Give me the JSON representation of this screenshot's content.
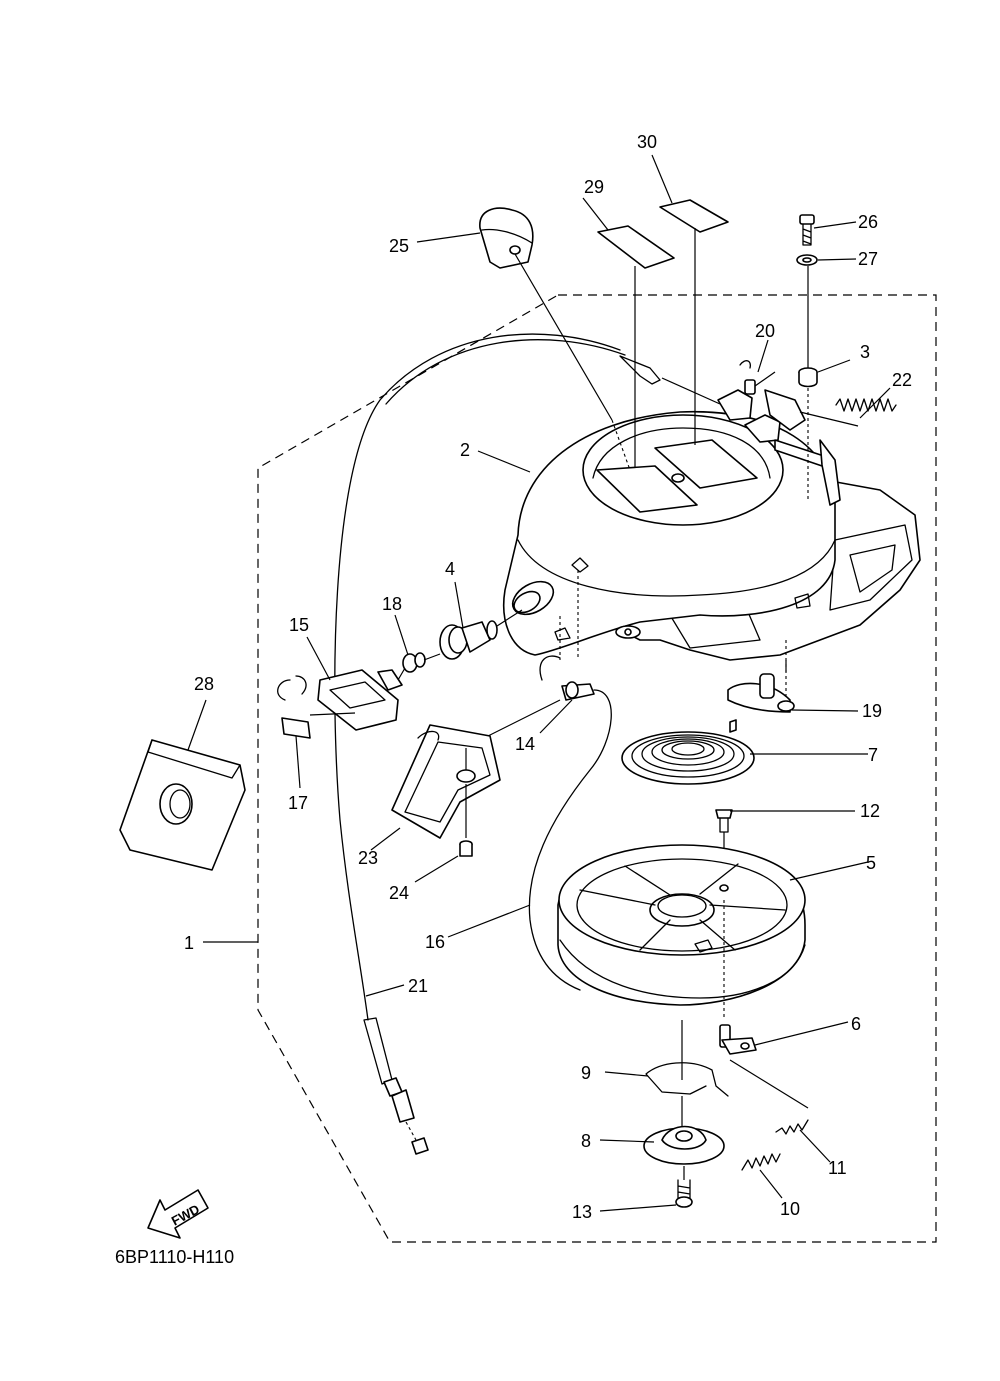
{
  "diagram_code": "6BP1110-H110",
  "fwd_label": "FWD",
  "callouts": [
    "1",
    "2",
    "3",
    "4",
    "5",
    "6",
    "7",
    "8",
    "9",
    "10",
    "11",
    "12",
    "13",
    "14",
    "15",
    "16",
    "17",
    "18",
    "19",
    "20",
    "21",
    "22",
    "23",
    "24",
    "25",
    "26",
    "27",
    "28",
    "29",
    "30"
  ]
}
